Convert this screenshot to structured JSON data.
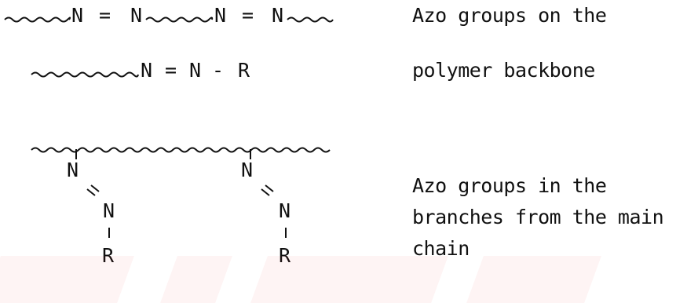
{
  "formula1": {
    "n1": "N",
    "eq1": "=",
    "n2": "N",
    "n3": "N",
    "eq2": "=",
    "n4": "N"
  },
  "formula2": {
    "n1": "N",
    "eq": "=",
    "n2": "N",
    "dash": "-",
    "r": "R"
  },
  "branch": {
    "n_upper": "N",
    "n_lower": "N",
    "r": "R"
  },
  "caption": {
    "backbone_line1": "Azo groups on the",
    "backbone_line2": "polymer backbone",
    "branch_line1": "Azo groups in the",
    "branch_line2": "branches from the main",
    "branch_line3": "chain"
  },
  "colors": {
    "ink": "#111111",
    "watermark": "#e8282a"
  }
}
